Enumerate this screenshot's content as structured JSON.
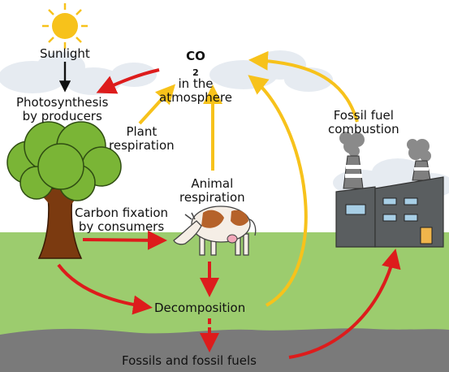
{
  "labels": {
    "sunlight": "Sunlight",
    "co2_main": "CO",
    "co2_sub": "2",
    "co2_rest": " in the",
    "co2_line2": "atmosphere",
    "photosynthesis_line1": "Photosynthesis",
    "photosynthesis_line2": "by producers",
    "plant_resp_line1": "Plant",
    "plant_resp_line2": "respiration",
    "animal_resp_line1": "Animal",
    "animal_resp_line2": "respiration",
    "carbon_fix_line1": "Carbon fixation",
    "carbon_fix_line2": "by consumers",
    "fossil_comb_line1": "Fossil fuel",
    "fossil_comb_line2": "combustion",
    "decomposition": "Decomposition",
    "fossils": "Fossils and fossil fuels"
  },
  "colors": {
    "sky": "#ffffff",
    "cloud": "#e6ebf1",
    "grass": "#9ccc6e",
    "ground": "#7a7a7a",
    "red_arrow": "#dd1c1c",
    "yellow_arrow": "#f7c21b",
    "black_arrow": "#111111",
    "sun": "#f7c21b",
    "tree_foliage": "#7ab536",
    "tree_trunk": "#7b3a10",
    "factory": "#5a5e60",
    "smoke": "#8a8a8a"
  }
}
